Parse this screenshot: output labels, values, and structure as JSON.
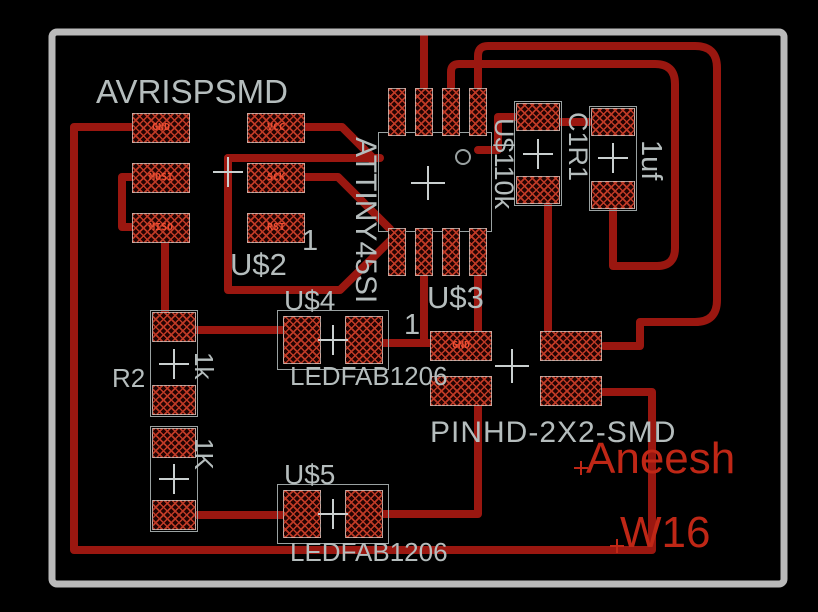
{
  "app": {
    "type": "pcb-board-layout",
    "canvas": "818x612"
  },
  "colors": {
    "background": "#000000",
    "board_outline": "#bababa",
    "copper_trace": "#9a1710",
    "pad_hatch": "#bf3a26",
    "silkscreen": "#b5bdbd",
    "red_text": "#bf2716"
  },
  "components": {
    "isp": {
      "name": "AVRISPSMD",
      "refdes": "U$2",
      "pin1": "1",
      "pads": [
        "GND",
        "VCC",
        "MOSI",
        "SCK",
        "MISO",
        "RST"
      ]
    },
    "mcu": {
      "package": "ATTINY45SI",
      "pin1": "1"
    },
    "r1": {
      "name": "U$1",
      "value": "10k"
    },
    "c1": {
      "name": "C1",
      "name2": "R1",
      "value": "1uf"
    },
    "header": {
      "refdes": "U$3",
      "package": "PINHD-2X2-SMD",
      "pad1": "GND"
    },
    "r2": {
      "name": "R2",
      "value": "1k"
    },
    "r3": {
      "value": "1K"
    },
    "led1": {
      "refdes": "U$4",
      "package": "LEDFAB1206"
    },
    "led2": {
      "refdes": "U$5",
      "package": "LEDFAB1206"
    }
  },
  "annotations": {
    "author": "Aneesh",
    "label": "W16"
  }
}
